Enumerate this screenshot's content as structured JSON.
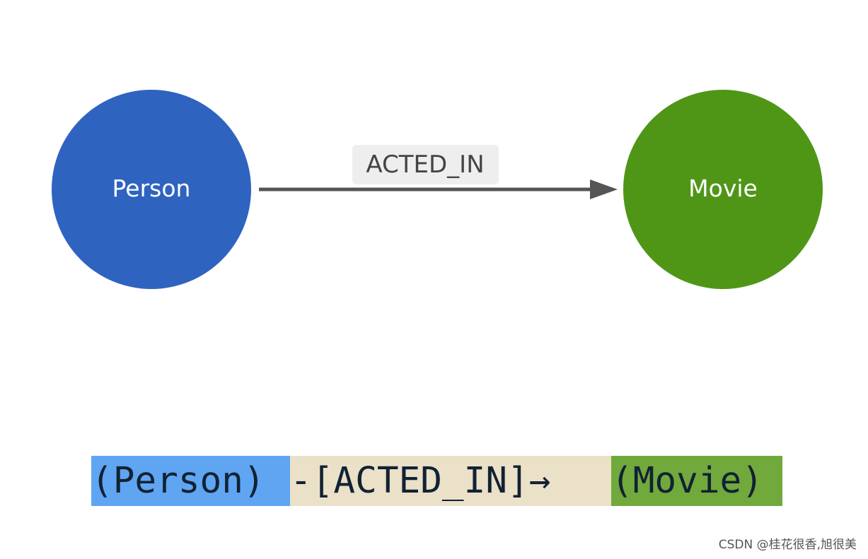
{
  "nodes": {
    "person": {
      "label": "Person",
      "color": "#2f63c0"
    },
    "movie": {
      "label": "Movie",
      "color": "#4f9617"
    }
  },
  "relationship": {
    "label": "ACTED_IN",
    "label_bg": "#eeeeee",
    "arrow_color": "#555555"
  },
  "cypher": {
    "person_segment": "(Person)",
    "relationship_segment": "-[ACTED_IN]→",
    "movie_segment": "(Movie)",
    "person_bg": "#5fa5f2",
    "relationship_bg": "#ebe0c8",
    "movie_bg": "#71a93c"
  },
  "watermark": "CSDN @桂花很香,旭很美"
}
